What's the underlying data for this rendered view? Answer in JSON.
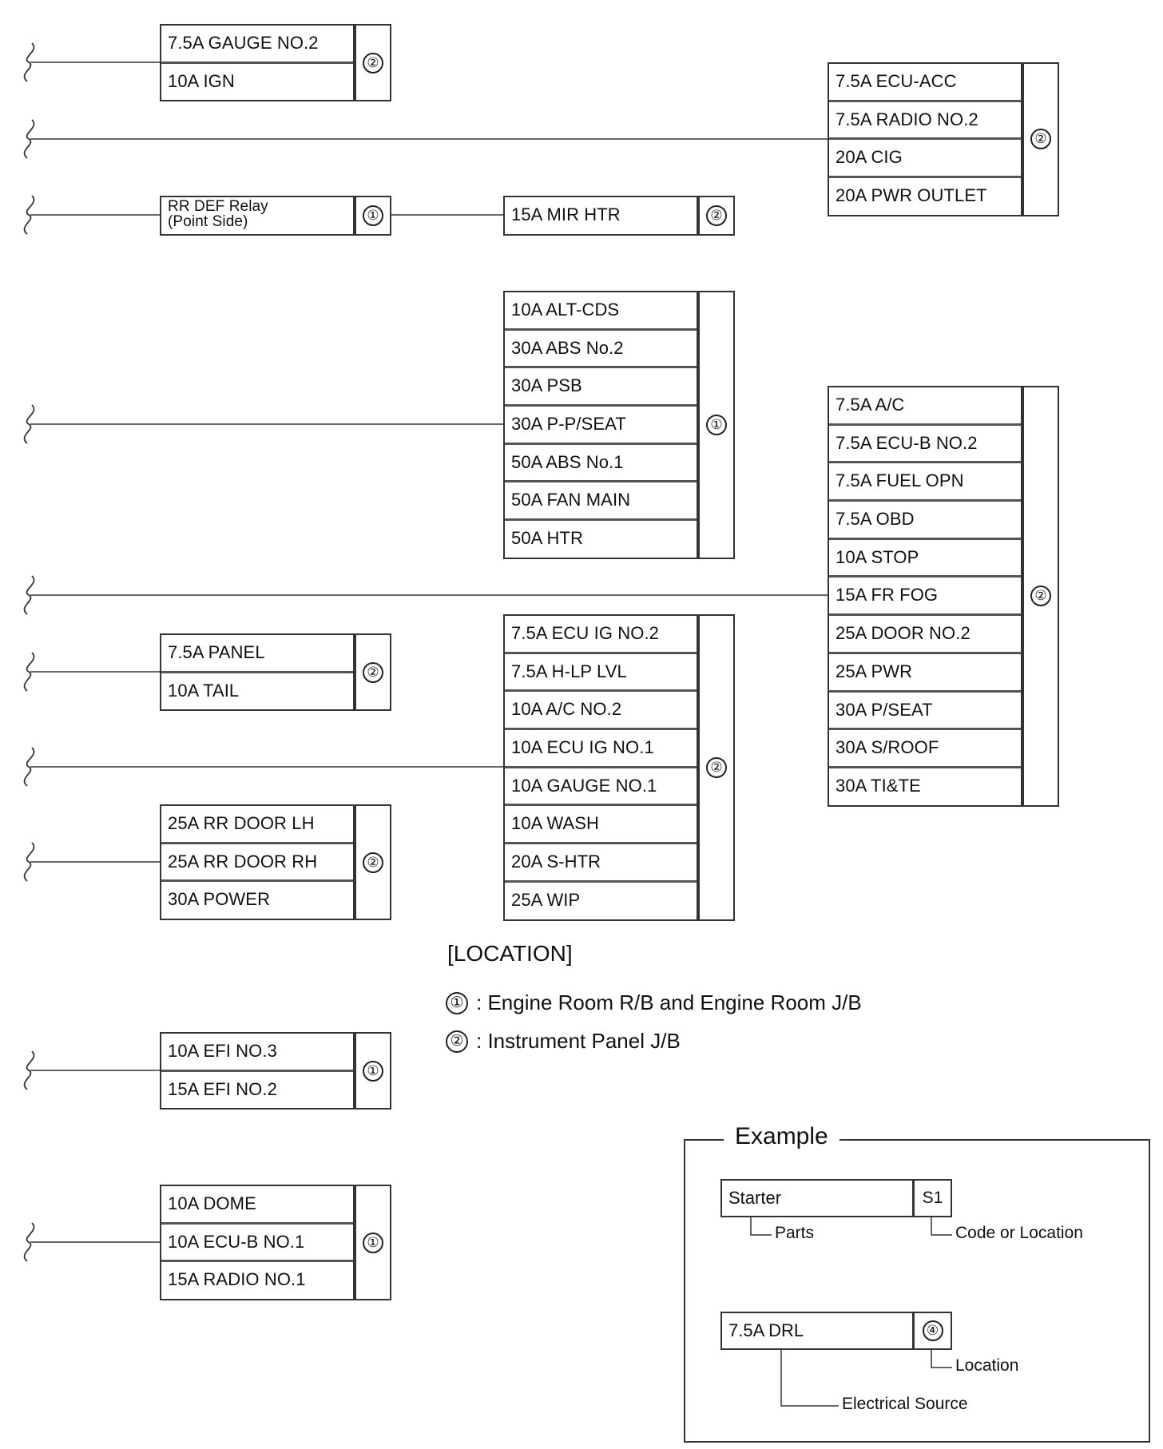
{
  "fuse_groups": [
    {
      "id": "g1",
      "location": "②",
      "rows": [
        "7.5A GAUGE NO.2",
        "10A IGN"
      ]
    },
    {
      "id": "g2",
      "location": "②",
      "rows": [
        "7.5A ECU-ACC",
        "7.5A RADIO NO.2",
        "20A CIG",
        "20A PWR OUTLET"
      ]
    },
    {
      "id": "g3a",
      "location": "①",
      "rows": [
        "RR DEF Relay\n(Point Side)"
      ]
    },
    {
      "id": "g3b",
      "location": "②",
      "rows": [
        "15A MIR HTR"
      ]
    },
    {
      "id": "g4",
      "location": "①",
      "rows": [
        "10A ALT-CDS",
        "30A ABS No.2",
        "30A PSB",
        "30A P-P/SEAT",
        "50A ABS No.1",
        "50A FAN MAIN",
        "50A HTR"
      ]
    },
    {
      "id": "g5",
      "location": "②",
      "rows": [
        "7.5A A/C",
        "7.5A ECU-B NO.2",
        "7.5A FUEL OPN",
        "7.5A OBD",
        "10A STOP",
        "15A FR FOG",
        "25A DOOR NO.2",
        "25A PWR",
        "30A P/SEAT",
        "30A S/ROOF",
        "30A TI&TE"
      ]
    },
    {
      "id": "g6",
      "location": "②",
      "rows": [
        "7.5A PANEL",
        "10A TAIL"
      ]
    },
    {
      "id": "g7",
      "location": "②",
      "rows": [
        "7.5A ECU IG NO.2",
        "7.5A H-LP LVL",
        "10A A/C NO.2",
        "10A ECU IG NO.1",
        "10A GAUGE NO.1",
        "10A WASH",
        "20A S-HTR",
        "25A WIP"
      ]
    },
    {
      "id": "g8",
      "location": "②",
      "rows": [
        "25A RR DOOR LH",
        "25A RR DOOR RH",
        "30A POWER"
      ]
    },
    {
      "id": "g9",
      "location": "①",
      "rows": [
        "10A EFI NO.3",
        "15A EFI NO.2"
      ]
    },
    {
      "id": "g10",
      "location": "①",
      "rows": [
        "10A DOME",
        "10A ECU-B NO.1",
        "15A RADIO NO.1"
      ]
    }
  ],
  "legend": {
    "title": "[LOCATION]",
    "items": [
      {
        "symbol": "①",
        "text": ": Engine Room R/B and Engine Room J/B"
      },
      {
        "symbol": "②",
        "text": ": Instrument Panel J/B"
      }
    ]
  },
  "example": {
    "title": "Example",
    "box1": {
      "label": "Starter",
      "code": "S1",
      "callout_left": "Parts",
      "callout_right": "Code or Location"
    },
    "box2": {
      "label": "7.5A DRL",
      "code": "④",
      "callout_right": "Location",
      "callout_left": "Electrical Source"
    }
  },
  "colors": {
    "line": "#333333",
    "divider": "#555555"
  }
}
